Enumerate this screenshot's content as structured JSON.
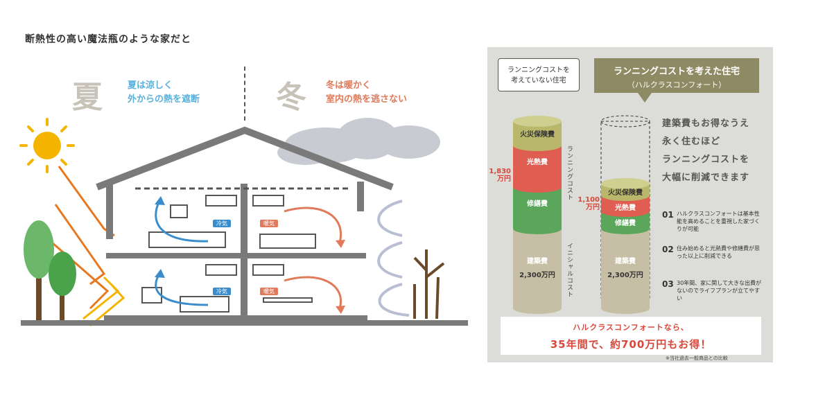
{
  "heading": "断熱性の高い魔法瓶のような家だと",
  "summer": {
    "big": "夏",
    "line1": "夏は涼しく",
    "line2": "外からの熱を遮断",
    "color": "#5ab0dc"
  },
  "winter": {
    "big": "冬",
    "line1": "冬は暖かく",
    "line2": "室内の熱を逃さない",
    "color": "#e07a5a"
  },
  "house_labels": {
    "cool1": "冷気",
    "cool2": "冷気",
    "warm1": "暖気",
    "warm2": "暖気"
  },
  "colors": {
    "cool": "#3a8dcc",
    "warm": "#e07a5a",
    "house": "#7a7a7a",
    "sun": "#f4b400",
    "fire": "#b9b86a",
    "light": "#e05d52",
    "repair": "#5aa65a",
    "build": "#c6bfa5",
    "accent": "#8e8a63",
    "red": "#d9473a"
  },
  "panel": {
    "bubble_left": {
      "line1": "ランニングコストを",
      "line2": "考えていない住宅"
    },
    "bubble_right": {
      "line1": "ランニングコストを考えた住宅",
      "line2": "（ハルクラスコンフォート）"
    },
    "left_col": {
      "fire": "火災保険費",
      "light": "光熱費",
      "repair": "修繕費",
      "build": "建築費",
      "build_value": "2,300万円",
      "total_num": "1,830",
      "total_unit": "万円",
      "running_label": "ランニングコスト",
      "initial_label": "イニシャルコスト"
    },
    "right_col": {
      "fire": "火災保険費",
      "light": "光熱費",
      "repair": "修繕費",
      "build": "建築費",
      "build_value": "2,300万円",
      "total_num": "1,100",
      "total_unit": "万円"
    },
    "claim": [
      "建築費もお得なうえ",
      "永く住むほど",
      "ランニングコストを",
      "大幅に削減できます"
    ],
    "points": [
      {
        "num": "01",
        "text": "ハルクラスコンフォートは基本性能を高めることを重視した家づくりが可能"
      },
      {
        "num": "02",
        "text": "住み始めると光熱費や修繕費が思った以上に削減できる"
      },
      {
        "num": "03",
        "text": "30年間、家に関して大きな出費がないのでライフプランが立てやすい"
      }
    ],
    "result_line1": "ハルクラスコンフォートなら、",
    "result_line2": "35年間で、約700万円もお得！",
    "footnote": "※当社過去一般商品との比較"
  }
}
